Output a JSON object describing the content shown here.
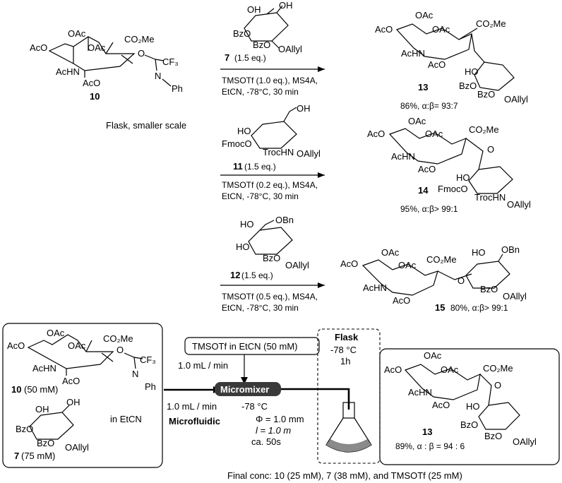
{
  "compounds": {
    "donor": "10",
    "donor_conc": "(50 mM)",
    "acceptor_7": "7",
    "acceptor_7_conc": "(75 mM)",
    "acceptor_11": "11",
    "acceptor_12": "12",
    "product_13": "13",
    "product_14": "14",
    "product_15": "15"
  },
  "labels": {
    "flask_smaller": "Flask, smaller scale",
    "in_etcn": "in EtCN",
    "microfluidic": "Microfluidic",
    "flask": "Flask",
    "micromixer": "Micromixer"
  },
  "reactions": [
    {
      "equiv": "(1.5 eq.)",
      "conditions_1": "TMSOTf (1.0 eq.), MS4A,",
      "conditions_2": "EtCN, -78°C, 30 min",
      "result_1": "86%, α:β= 93:7"
    },
    {
      "equiv": "(1.5 eq.)",
      "conditions_1": "TMSOTf (0.2 eq.), MS4A,",
      "conditions_2": "EtCN, -78°C, 30 min",
      "result_1": "95%, α:β> 99:1"
    },
    {
      "equiv": "(1.5 eq.)",
      "conditions_1": "TMSOTf (0.5 eq.), MS4A,",
      "conditions_2": "EtCN, -78°C, 30 min",
      "result_1": "80%, α:β> 99:1"
    }
  ],
  "flow": {
    "reagent": "TMSOTf  in EtCN (50 mM)",
    "rate_top": "1.0 mL / min",
    "rate_left": "1.0 mL / min",
    "temp": "-78 °C",
    "phi": "Φ = 1.0 mm",
    "length": "l = 1.0 m",
    "time": "ca. 50s",
    "flask_temp": "-78 °C",
    "flask_time": "1h",
    "result": "89%, α : β = 94 : 6",
    "final_conc": "Final conc: 10 (25 mM), 7 (38 mM), and TMSOTf (25 mM)"
  },
  "groups": {
    "OAc": "OAc",
    "AcO": "AcO",
    "AcHN": "AcHN",
    "CO2Me": "CO₂Me",
    "CF3": "CF₃",
    "N": "N",
    "Ph": "Ph",
    "O": "O",
    "OH": "OH",
    "HO": "HO",
    "BzO": "BzO",
    "OAllyl": "OAllyl",
    "FmocO": "FmocO",
    "TrocHN": "TrocHN",
    "OBn": "OBn"
  }
}
